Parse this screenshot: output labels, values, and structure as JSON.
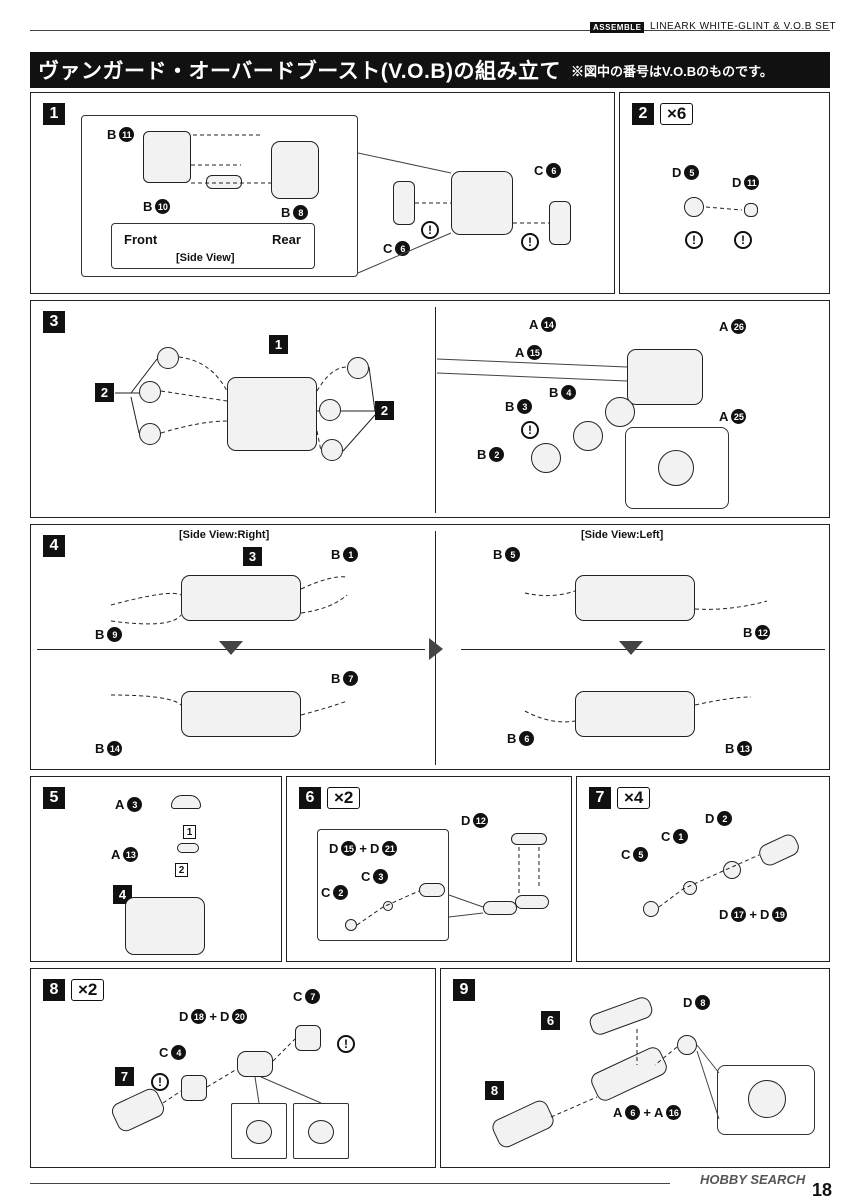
{
  "header": {
    "tag": "ASSEMBLE",
    "set_name": "LINEARK WHITE-GLINT & V.O.B SET"
  },
  "title": {
    "main": "ヴァンガード・オーバードブースト(V.O.B)の組み立て",
    "note": "※図中の番号はV.O.Bのものです。"
  },
  "icons": {
    "caution": "!",
    "down_arrow": "arrow-down-icon",
    "right_arrow": "arrow-right-icon"
  },
  "step1": {
    "num": "1",
    "labels": {
      "b11": {
        "l": "B",
        "n": "11"
      },
      "b10": {
        "l": "B",
        "n": "10"
      },
      "b8": {
        "l": "B",
        "n": "8"
      },
      "c6a": {
        "l": "C",
        "n": "6"
      },
      "c6b": {
        "l": "C",
        "n": "6"
      }
    },
    "sideview": {
      "front": "Front",
      "rear": "Rear",
      "title": "[Side View]"
    }
  },
  "step2": {
    "num": "2",
    "mult": "×6",
    "labels": {
      "d5": {
        "l": "D",
        "n": "5"
      },
      "d11": {
        "l": "D",
        "n": "11"
      }
    }
  },
  "step3": {
    "num": "3",
    "refs": {
      "ref1": "1",
      "ref2a": "2",
      "ref2b": "2"
    },
    "labels": {
      "a14": {
        "l": "A",
        "n": "14"
      },
      "a15": {
        "l": "A",
        "n": "15"
      },
      "a26": {
        "l": "A",
        "n": "26"
      },
      "a25": {
        "l": "A",
        "n": "25"
      },
      "b4": {
        "l": "B",
        "n": "4"
      },
      "b3": {
        "l": "B",
        "n": "3"
      },
      "b2": {
        "l": "B",
        "n": "2"
      }
    }
  },
  "step4": {
    "num": "4",
    "right_title": "[Side View:Right]",
    "left_title": "[Side View:Left]",
    "ref3": "3",
    "labels": {
      "b1": {
        "l": "B",
        "n": "1"
      },
      "b9": {
        "l": "B",
        "n": "9"
      },
      "b7": {
        "l": "B",
        "n": "7"
      },
      "b14": {
        "l": "B",
        "n": "14"
      },
      "b5": {
        "l": "B",
        "n": "5"
      },
      "b12": {
        "l": "B",
        "n": "12"
      },
      "b6": {
        "l": "B",
        "n": "6"
      },
      "b13": {
        "l": "B",
        "n": "13"
      }
    }
  },
  "step5": {
    "num": "5",
    "ref4": "4",
    "order1": "1",
    "order2": "2",
    "labels": {
      "a3": {
        "l": "A",
        "n": "3"
      },
      "a13": {
        "l": "A",
        "n": "13"
      }
    }
  },
  "step6": {
    "num": "6",
    "mult": "×2",
    "plus": "+",
    "labels": {
      "d12": {
        "l": "D",
        "n": "12"
      },
      "d15": {
        "l": "D",
        "n": "15"
      },
      "d21": {
        "l": "D",
        "n": "21"
      },
      "c2": {
        "l": "C",
        "n": "2"
      },
      "c3": {
        "l": "C",
        "n": "3"
      }
    }
  },
  "step7": {
    "num": "7",
    "mult": "×4",
    "plus": "+",
    "labels": {
      "c1": {
        "l": "C",
        "n": "1"
      },
      "d2": {
        "l": "D",
        "n": "2"
      },
      "c5": {
        "l": "C",
        "n": "5"
      },
      "d17": {
        "l": "D",
        "n": "17"
      },
      "d19": {
        "l": "D",
        "n": "19"
      }
    }
  },
  "step8": {
    "num": "8",
    "mult": "×2",
    "ref7": "7",
    "plus": "+",
    "labels": {
      "d18": {
        "l": "D",
        "n": "18"
      },
      "d20": {
        "l": "D",
        "n": "20"
      },
      "c7": {
        "l": "C",
        "n": "7"
      },
      "c4": {
        "l": "C",
        "n": "4"
      }
    }
  },
  "step9": {
    "num": "9",
    "ref6": "6",
    "ref8": "8",
    "plus": "+",
    "labels": {
      "d8": {
        "l": "D",
        "n": "8"
      },
      "a6": {
        "l": "A",
        "n": "6"
      },
      "a16": {
        "l": "A",
        "n": "16"
      }
    }
  },
  "footer": {
    "watermark": "HOBBY SEARCH",
    "page": "18"
  }
}
